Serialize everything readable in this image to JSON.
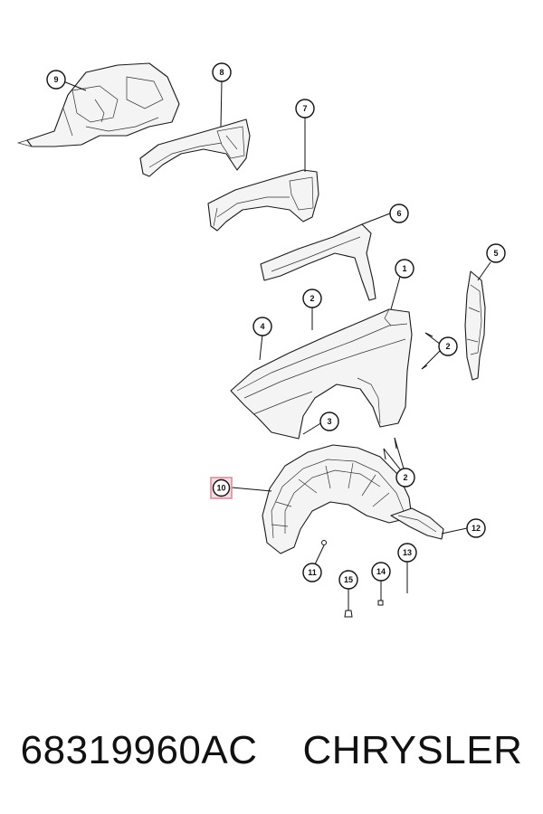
{
  "callouts": [
    {
      "id": "9",
      "label": "9"
    },
    {
      "id": "8",
      "label": "8"
    },
    {
      "id": "7",
      "label": "7"
    },
    {
      "id": "6",
      "label": "6"
    },
    {
      "id": "5",
      "label": "5"
    },
    {
      "id": "1",
      "label": "1"
    },
    {
      "id": "2a",
      "label": "2"
    },
    {
      "id": "4",
      "label": "4"
    },
    {
      "id": "2b",
      "label": "2"
    },
    {
      "id": "3",
      "label": "3"
    },
    {
      "id": "2c",
      "label": "2"
    },
    {
      "id": "10",
      "label": "10",
      "highlighted": true
    },
    {
      "id": "12",
      "label": "12"
    },
    {
      "id": "13",
      "label": "13"
    },
    {
      "id": "11",
      "label": "11"
    },
    {
      "id": "14",
      "label": "14"
    },
    {
      "id": "15",
      "label": "15"
    }
  ],
  "caption": {
    "part_number": "68319960AC",
    "brand": "CHRYSLER"
  },
  "colors": {
    "highlight_fill": "#f7dce4",
    "highlight_stroke": "#d9889c"
  }
}
